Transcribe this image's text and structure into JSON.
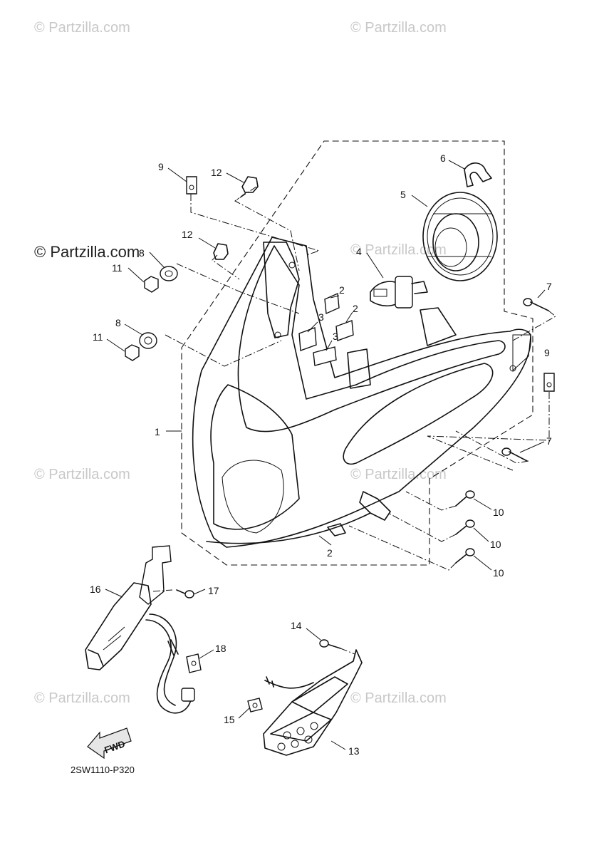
{
  "watermarks": {
    "faint": [
      "© Partzilla.com",
      "© Partzilla.com",
      "© Partzilla.com",
      "© Partzilla.com",
      "© Partzilla.com",
      "© Partzilla.com",
      "© Partzilla.com"
    ],
    "strong": "© Partzilla.com"
  },
  "callouts": {
    "c1": "1",
    "c2a": "2",
    "c2b": "2",
    "c2c": "2",
    "c3a": "3",
    "c3b": "3",
    "c4": "4",
    "c5": "5",
    "c6": "6",
    "c7a": "7",
    "c7b": "7",
    "c8a": "8",
    "c8b": "8",
    "c9a": "9",
    "c9b": "9",
    "c10a": "10",
    "c10b": "10",
    "c10c": "10",
    "c11a": "11",
    "c11b": "11",
    "c12a": "12",
    "c12b": "12",
    "c13": "13",
    "c14": "14",
    "c15": "15",
    "c16": "16",
    "c17": "17",
    "c18": "18"
  },
  "fwd_label": "FWD",
  "diagram_code": "2SW1110-P320"
}
